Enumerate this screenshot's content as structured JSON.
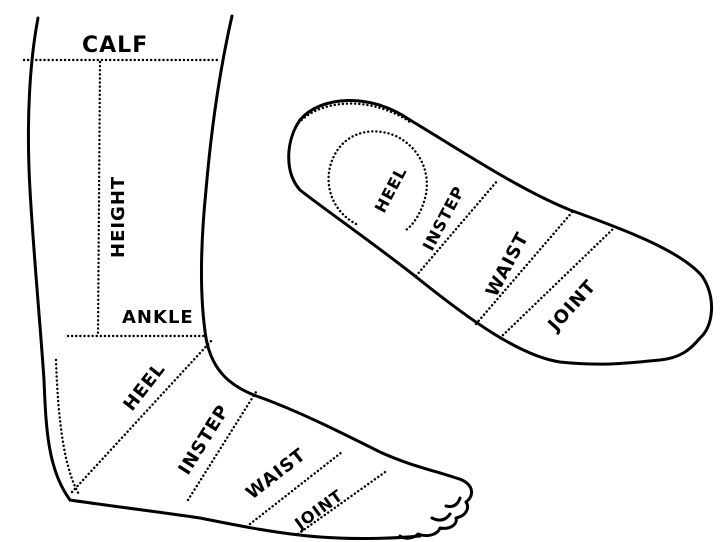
{
  "labels": {
    "calf": "CALF",
    "height": "HEIGHT",
    "ankle": "ANKLE",
    "heel": "HEEL",
    "instep": "INSTEP",
    "waist": "WAIST",
    "joint": "JOINT"
  },
  "sole_labels": {
    "heel": "HEEL",
    "instep": "INSTEP",
    "waist": "WAIST",
    "joint": "JOINT"
  }
}
